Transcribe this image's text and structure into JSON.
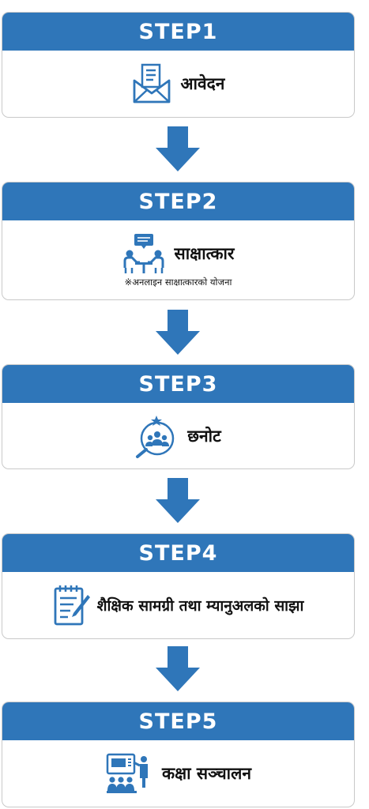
{
  "steps": [
    {
      "header": "STEP1",
      "label": "आवेदन",
      "icon": "envelope-document-icon"
    },
    {
      "header": "STEP2",
      "label": "साक्षात्कार",
      "note": "※अनलाइन साक्षात्कारको योजना",
      "icon": "interview-icon"
    },
    {
      "header": "STEP3",
      "label": "छनोट",
      "icon": "candidate-search-icon"
    },
    {
      "header": "STEP4",
      "label": "शैक्षिक सामग्री तथा म्यानुअलको साझा",
      "icon": "notepad-pen-icon"
    },
    {
      "header": "STEP5",
      "label": "कक्षा सञ्चालन",
      "icon": "classroom-teacher-icon"
    }
  ],
  "colors": {
    "header": "#2f76b9",
    "arrow": "#2f76b9",
    "icon": "#2f76b9",
    "border": "#c9c9c9"
  }
}
